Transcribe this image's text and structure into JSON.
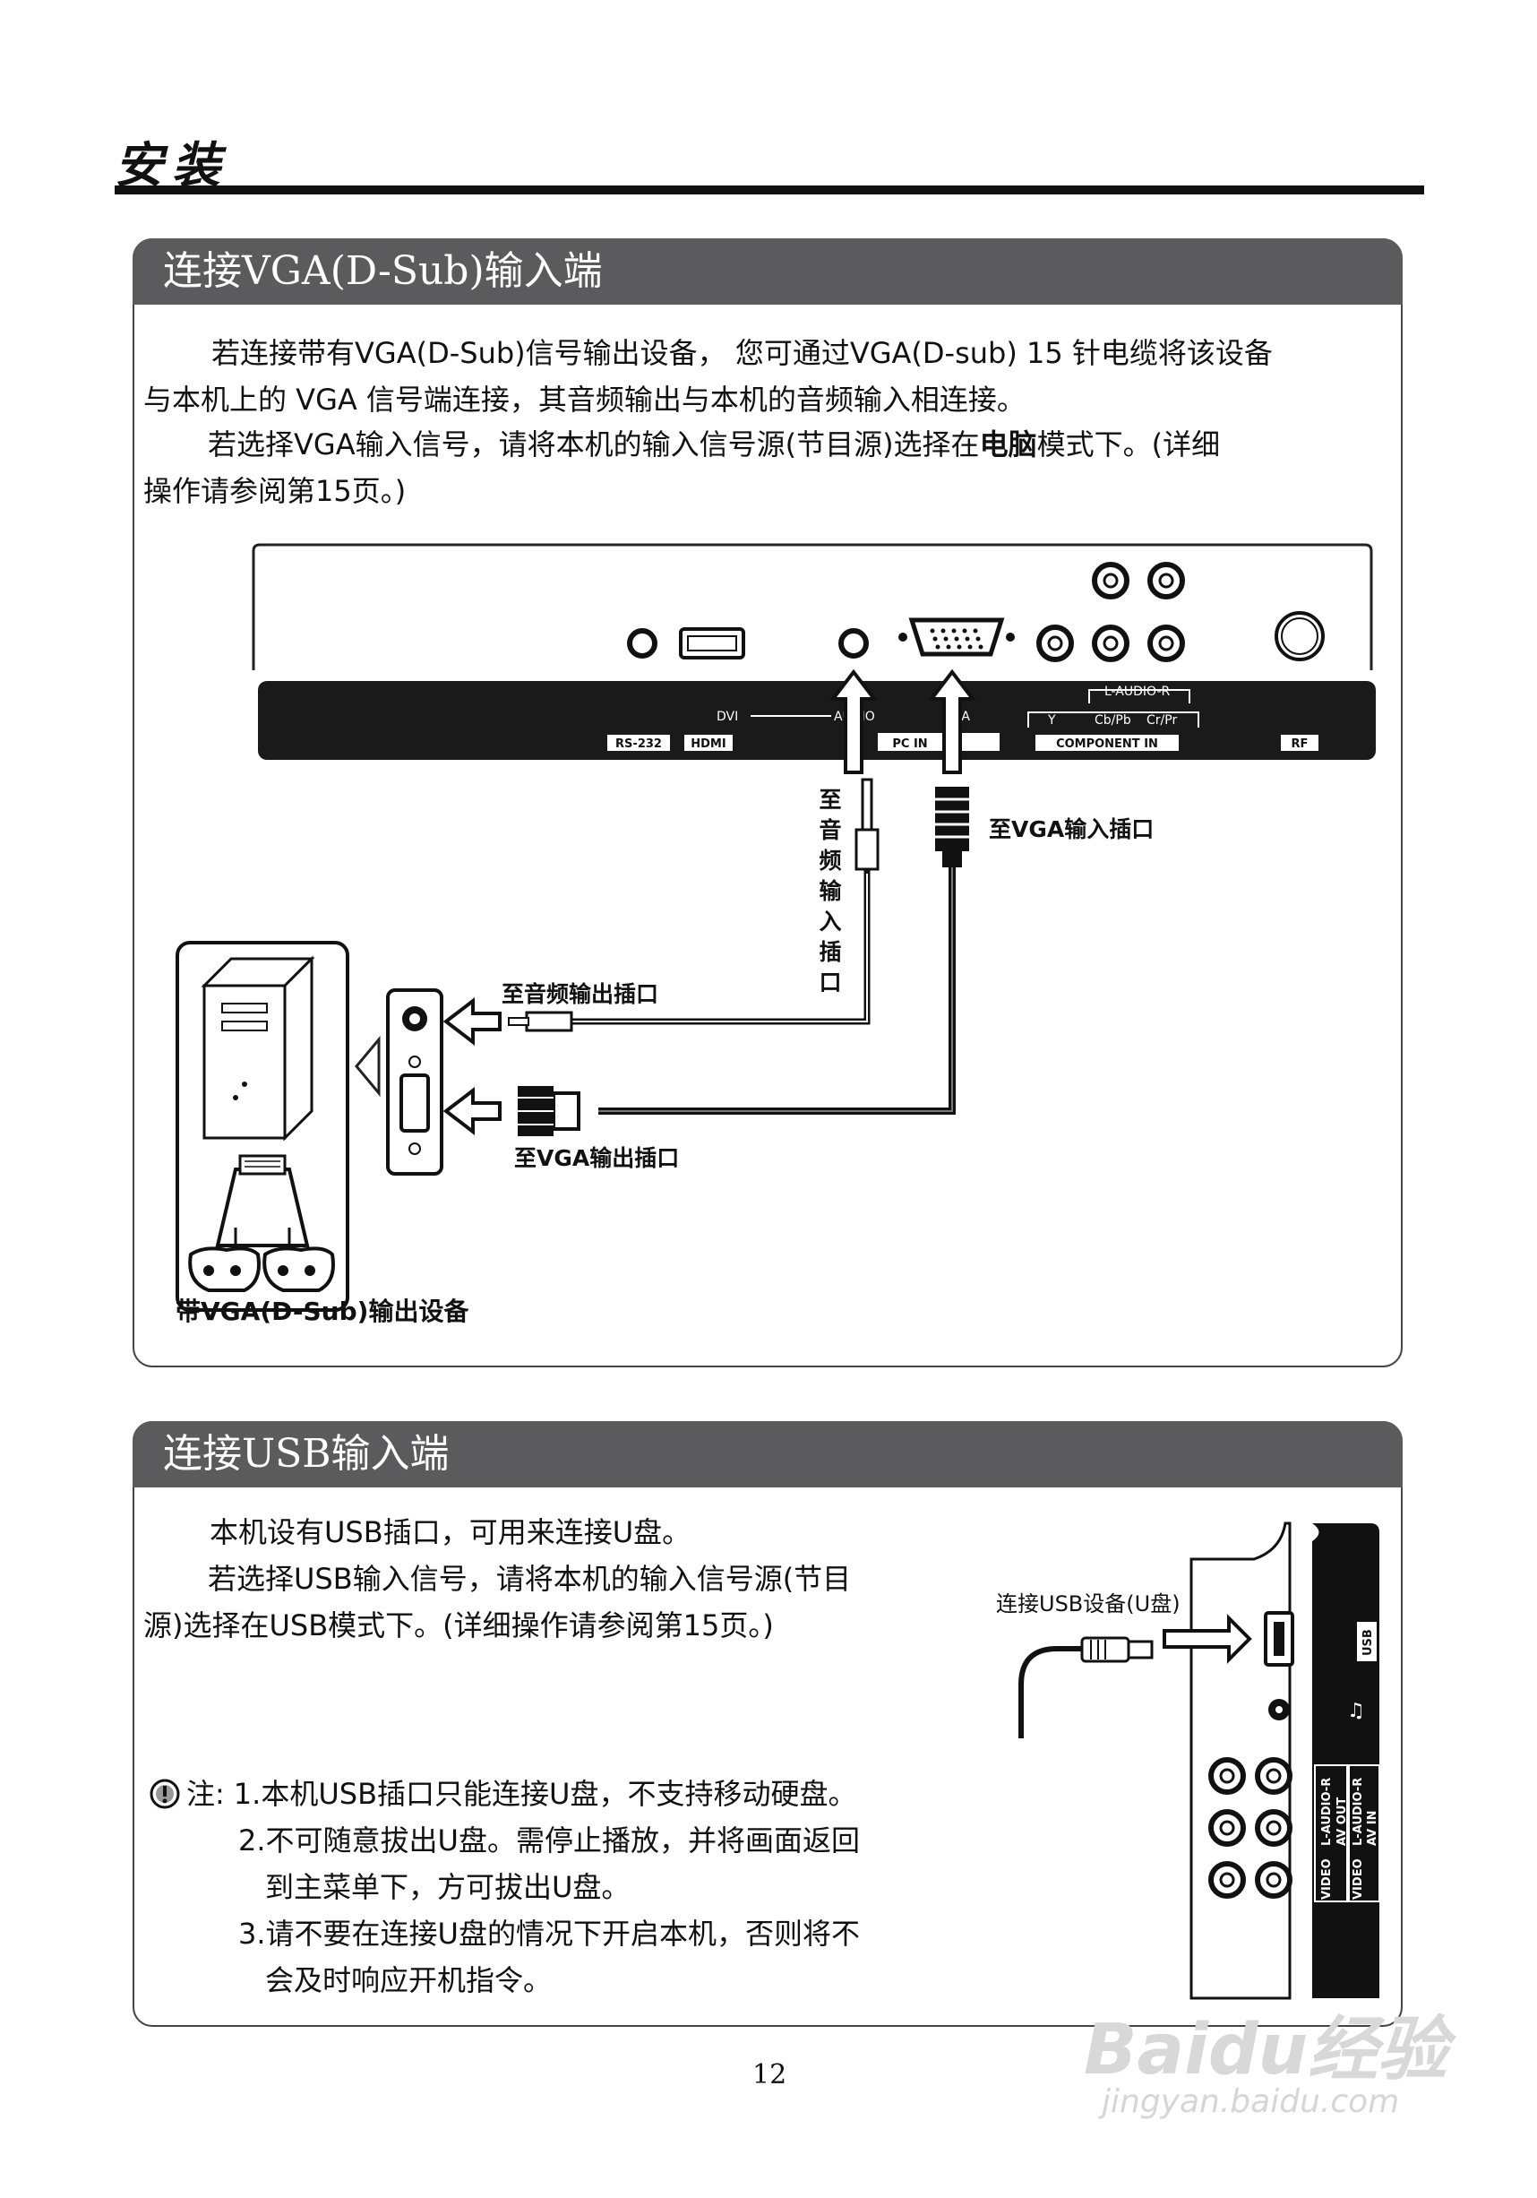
{
  "header": {
    "title": "安装"
  },
  "vga_section": {
    "title": "连接VGA(D-Sub)输入端",
    "para1_line1": "若连接带有VGA(D-Sub)信号输出设备， 您可通过VGA(D-sub) 15 针电缆将该设备",
    "para1_line2": "与本机上的 VGA 信号端连接，其音频输出与本机的音频输入相连接。",
    "para2_line1_a": "若选择VGA输入信号，请将本机的输入信号源(节目源)选择在",
    "para2_line1_bold": "电脑",
    "para2_line1_b": "模式下。(详细",
    "para2_line2": "操作请参阅第15页。)",
    "panel_labels": {
      "dvi": "DVI",
      "audio": "AUDIO",
      "vga": "VGA",
      "l_audio_r": "L-AUDIO-R",
      "y": "Y",
      "cb_pb": "Cb/Pb",
      "cr_pr": "Cr/Pr",
      "rs232": "RS-232",
      "hdmi": "HDMI",
      "pc_in": "PC IN",
      "component_in": "COMPONENT IN",
      "rf": "RF"
    },
    "label_audio_in_vertical": "至音频输入插口",
    "label_vga_in": "至VGA输入插口",
    "label_audio_out": "至音频输出插口",
    "label_vga_out": "至VGA输出插口",
    "label_device": "带VGA(D-Sub)输出设备"
  },
  "usb_section": {
    "title": "连接USB输入端",
    "para1": "本机设有USB插口，可用来连接U盘。",
    "para2_line1": "若选择USB输入信号，请将本机的输入信号源(节目",
    "para2_line2": "源)选择在USB模式下。(详细操作请参阅第15页。)",
    "label_usb_device": "连接USB设备(U盘)",
    "panel_labels": {
      "usb": "USB",
      "video": "VIDEO",
      "l_audio_r": "L-AUDIO-R",
      "av_out": "AV OUT",
      "av_in": "AV IN"
    },
    "note_prefix": "注:",
    "note1": "1.本机USB插口只能连接U盘，不支持移动硬盘。",
    "note2_line1": "2.不可随意拔出U盘。需停止播放，并将画面返回",
    "note2_line2": "到主菜单下，方可拔出U盘。",
    "note3_line1": "3.请不要在连接U盘的情况下开启本机，否则将不",
    "note3_line2": "会及时响应开机指令。"
  },
  "footer": {
    "page_number": "12"
  },
  "watermark": {
    "logo": "Baidu经验",
    "url": "jingyan.baidu.com"
  }
}
